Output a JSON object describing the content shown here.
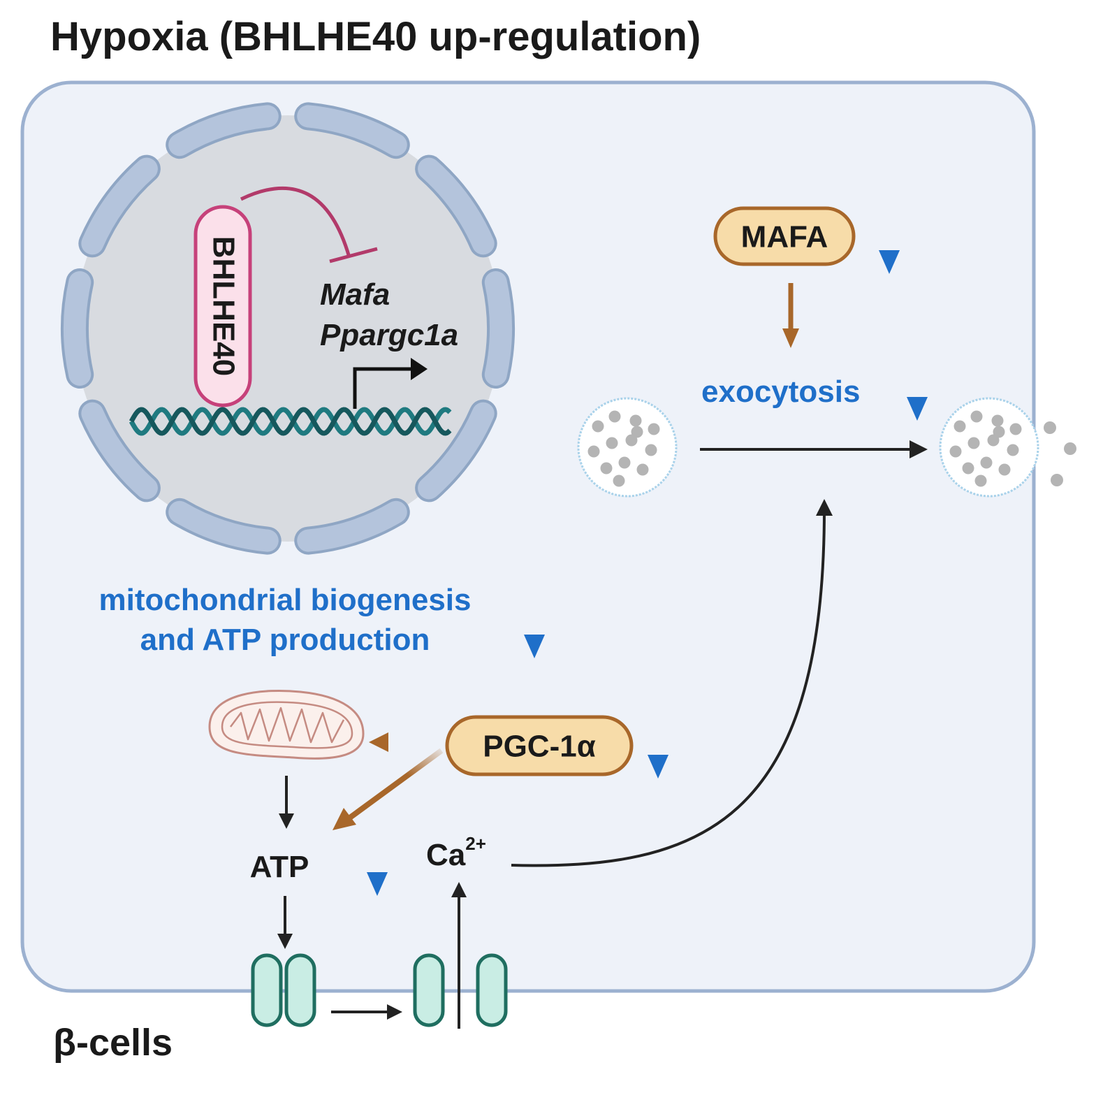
{
  "title": "Hypoxia (BHLHE40 up-regulation)",
  "cell_label": "β-cells",
  "nucleus": {
    "factor_label": "BHLHE40",
    "gene_1": "Mafa",
    "gene_2": "Ppargc1a"
  },
  "mafa_label": "MAFA",
  "exocytosis_label": "exocytosis",
  "mito_text_line1": "mitochondrial biogenesis",
  "mito_text_line2": "and ATP production",
  "pgc_label": "PGC-1α",
  "atp_label": "ATP",
  "calcium": {
    "base": "Ca",
    "superscript": "2+"
  },
  "colors": {
    "blue_down_arrow": "#1f6fc9",
    "brown_arrow": "#a8672a",
    "inhibition_line": "#b23a6a",
    "dna": "#1f7a80",
    "membrane_fill": "#eef2f9",
    "membrane_stroke": "#9cb1d0",
    "channel_fill": "#c9ede4",
    "channel_stroke": "#1f6e60",
    "pill_fill": "#f7dca9",
    "pill_stroke": "#a8672a",
    "bhlhe40_fill": "#fbe0ea",
    "bhlhe40_stroke": "#c6417a"
  }
}
